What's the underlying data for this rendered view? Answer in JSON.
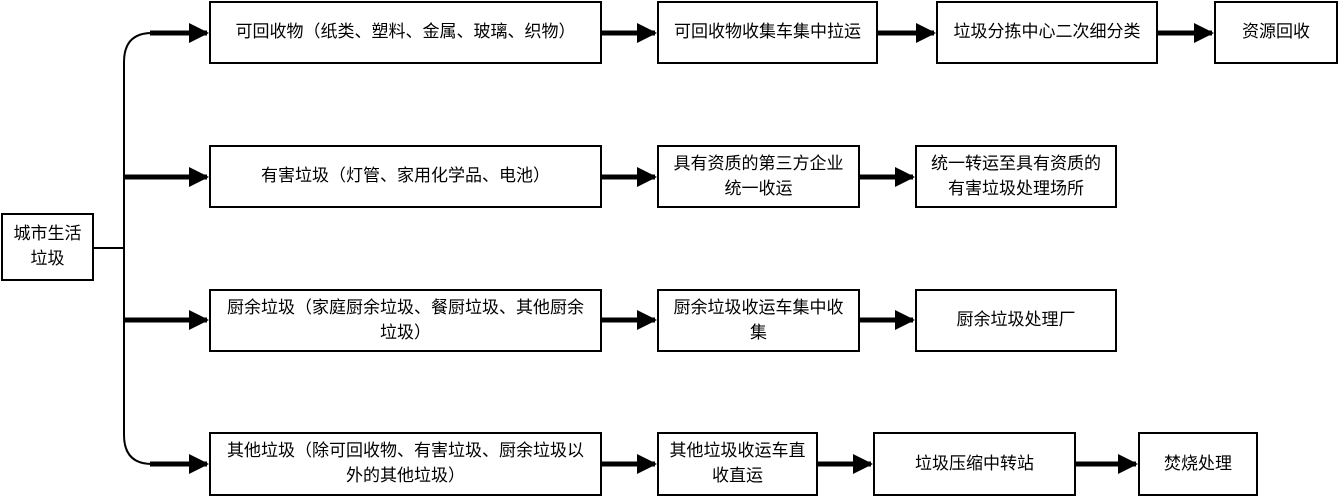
{
  "root": {
    "line1": "城市生活",
    "line2": "垃圾"
  },
  "rows": [
    {
      "category": {
        "line1": "可回收物（纸类、塑料、金属、玻璃、织物）",
        "line2": ""
      },
      "steps": [
        {
          "line1": "可回收物收集车集中拉运",
          "line2": ""
        },
        {
          "line1": "垃圾分拣中心二次细分类",
          "line2": ""
        },
        {
          "line1": "资源回收",
          "line2": ""
        }
      ]
    },
    {
      "category": {
        "line1": "有害垃圾（灯管、家用化学品、电池）",
        "line2": ""
      },
      "steps": [
        {
          "line1": "具有资质的第三方企业",
          "line2": "统一收运"
        },
        {
          "line1": "统一转运至具有资质的",
          "line2": "有害垃圾处理场所"
        }
      ]
    },
    {
      "category": {
        "line1": "厨余垃圾（家庭厨余垃圾、餐厨垃圾、其他厨余",
        "line2": "垃圾）"
      },
      "steps": [
        {
          "line1": "厨余垃圾收运车集中收",
          "line2": "集"
        },
        {
          "line1": "厨余垃圾处理厂",
          "line2": ""
        }
      ]
    },
    {
      "category": {
        "line1": "其他垃圾（除可回收物、有害垃圾、厨余垃圾以",
        "line2": "外的其他垃圾）"
      },
      "steps": [
        {
          "line1": "其他垃圾收运车直",
          "line2": "收直运"
        },
        {
          "line1": "垃圾压缩中转站",
          "line2": ""
        },
        {
          "line1": "焚烧处理",
          "line2": ""
        }
      ]
    }
  ]
}
